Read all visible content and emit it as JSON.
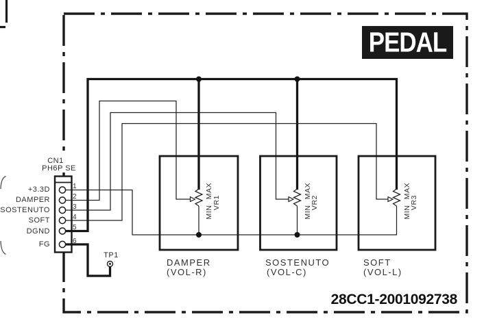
{
  "diagram": {
    "section_label": "PEDAL",
    "drawing_number": "28CC1-2001092738"
  },
  "connector": {
    "ref": "CN1",
    "type": "PH6P SE",
    "pins": [
      {
        "number": "1",
        "signal": "+3.3D"
      },
      {
        "number": "2",
        "signal": "DAMPER"
      },
      {
        "number": "3",
        "signal": "SOSTENUTO"
      },
      {
        "number": "4",
        "signal": "SOFT"
      },
      {
        "number": "5",
        "signal": "DGND"
      },
      {
        "number": "6",
        "signal": "FG"
      }
    ]
  },
  "test_point": {
    "ref": "TP1"
  },
  "potentiometers": [
    {
      "ref": "VR1",
      "min_label": "MIN",
      "max_label": "MAX",
      "name": "DAMPER",
      "channel": "(VOL-R)"
    },
    {
      "ref": "VR2",
      "min_label": "MIN",
      "max_label": "MAX",
      "name": "SOSTENUTO",
      "channel": "(VOL-C)"
    },
    {
      "ref": "VR3",
      "min_label": "MIN",
      "max_label": "MAX",
      "name": "SOFT",
      "channel": "(VOL-L)"
    }
  ],
  "colors": {
    "line": "#1a1a1a",
    "thin_line": "#222222",
    "badge_bg": "#1a1a1a",
    "badge_fg": "#ffffff",
    "background": "#ffffff"
  }
}
